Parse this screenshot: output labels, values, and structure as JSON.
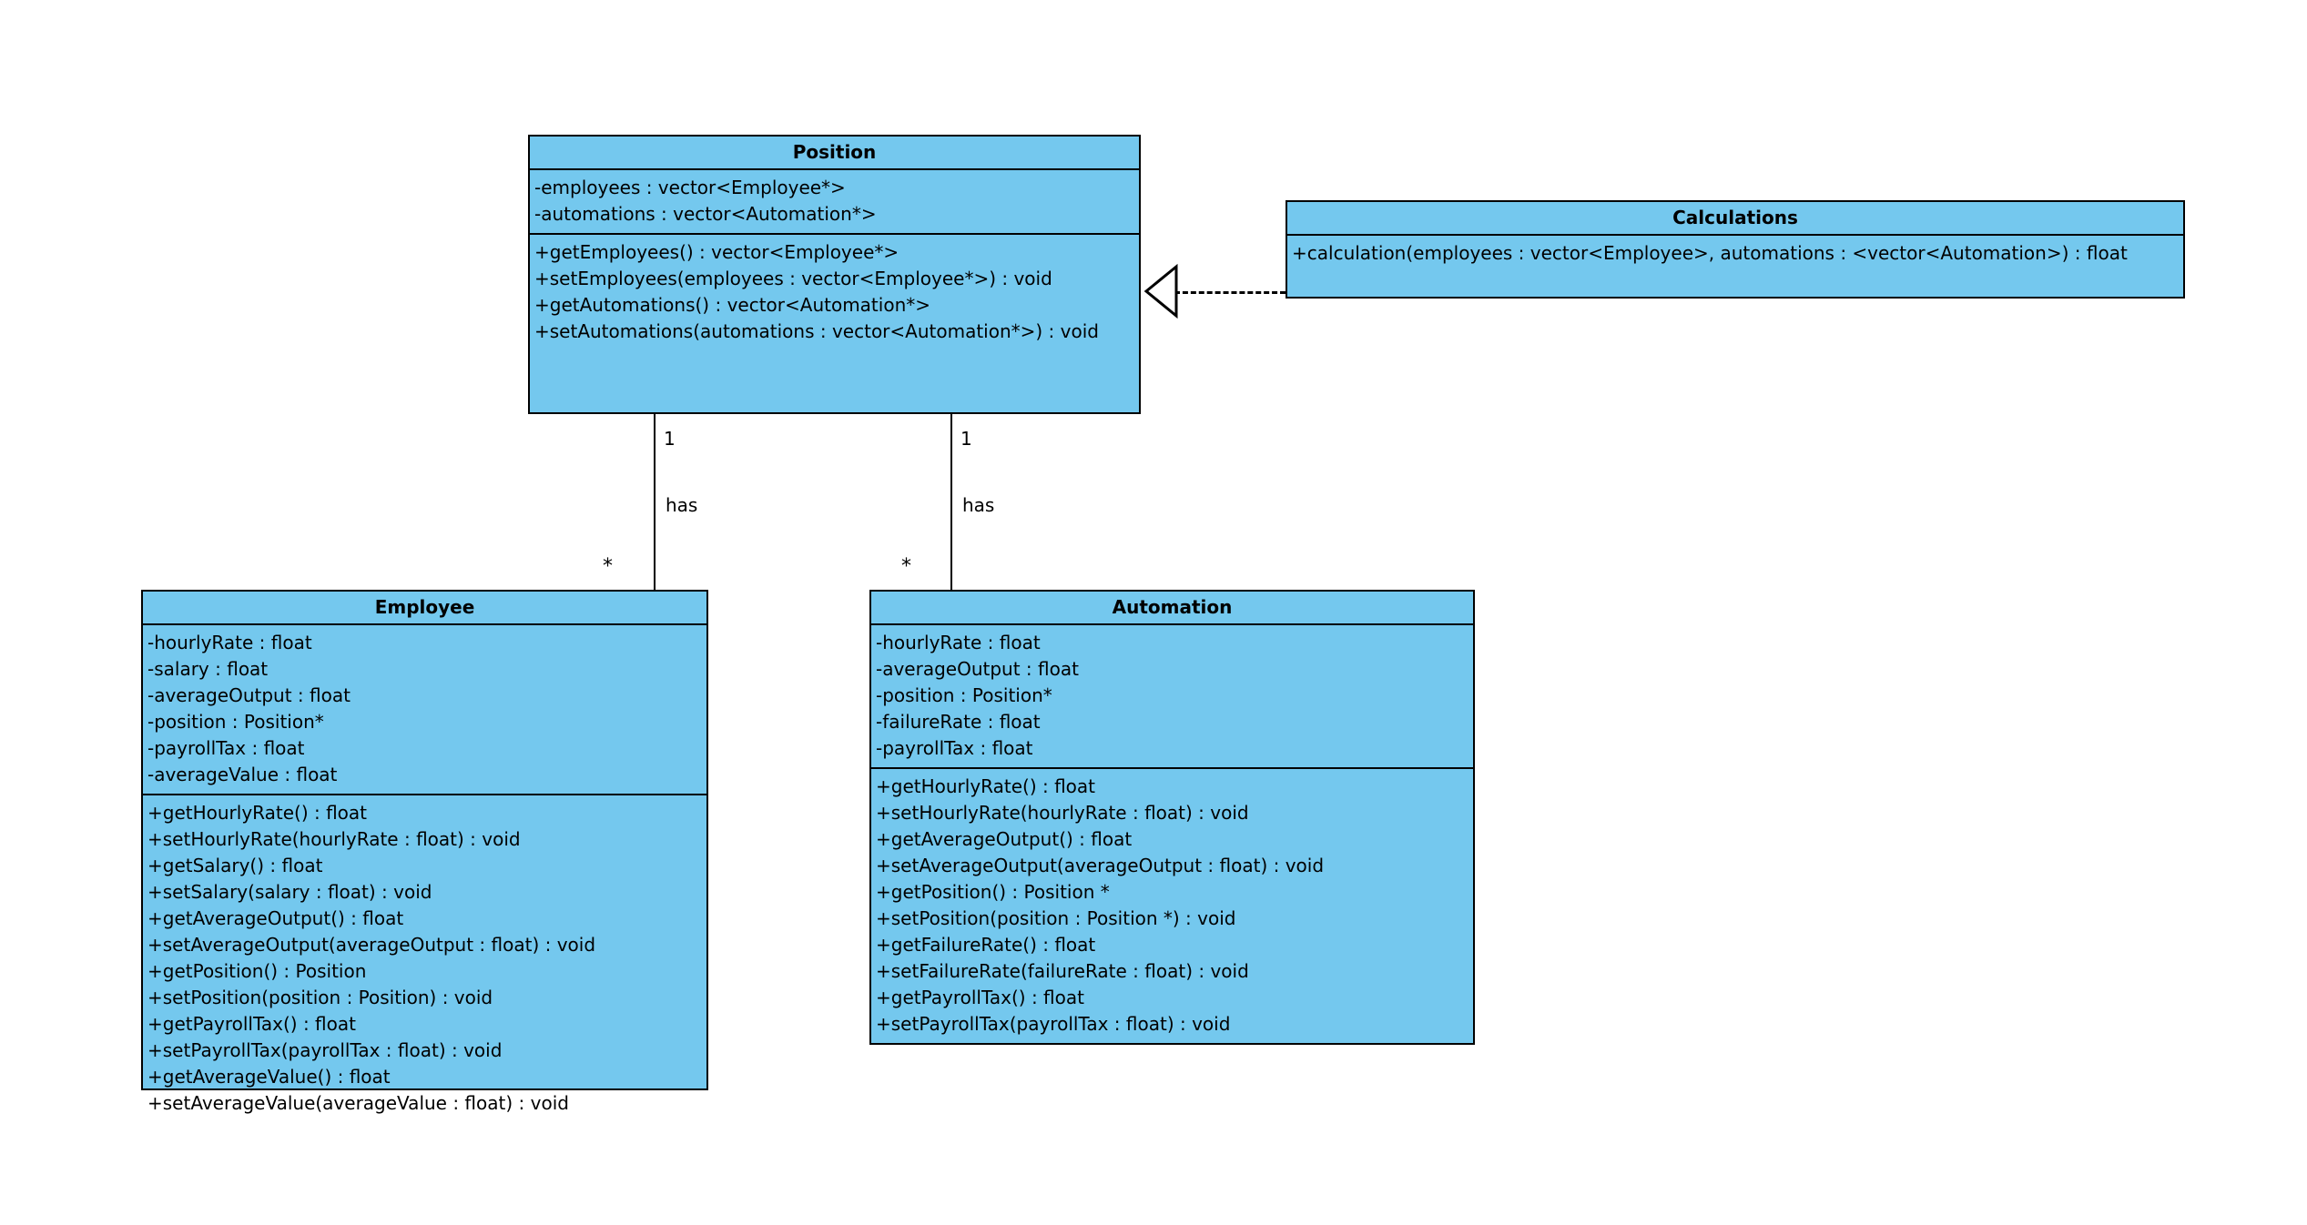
{
  "diagram": {
    "type": "uml-class-diagram",
    "title": "",
    "colors": {
      "class_fill": "#74c8ee",
      "border": "#000000",
      "background": "#ffffff",
      "text": "#000000"
    }
  },
  "classes": [
    {
      "id": "position",
      "name": "Position",
      "attributes": [
        "-employees : vector<Employee*>",
        "-automations : vector<Automation*>"
      ],
      "operations": [
        "+getEmployees() : vector<Employee*>",
        "+setEmployees(employees : vector<Employee*>) : void",
        "+getAutomations() : vector<Automation*>",
        "+setAutomations(automations : vector<Automation*>) : void"
      ]
    },
    {
      "id": "calculations",
      "name": "Calculations",
      "attributes": [],
      "operations": [
        "+calculation(employees : vector<Employee>, automations : <vector<Automation>) : float"
      ]
    },
    {
      "id": "employee",
      "name": "Employee",
      "attributes": [
        "-hourlyRate : float",
        "-salary : float",
        "-averageOutput : float",
        "-position : Position*",
        "-payrollTax : float",
        "-averageValue : float"
      ],
      "operations": [
        "+getHourlyRate() : float",
        "+setHourlyRate(hourlyRate : float) : void",
        "+getSalary() : float",
        "+setSalary(salary : float) : void",
        "+getAverageOutput() : float",
        "+setAverageOutput(averageOutput : float) : void",
        "+getPosition() : Position",
        "+setPosition(position : Position) : void",
        "+getPayrollTax() : float",
        "+setPayrollTax(payrollTax : float) : void",
        "+getAverageValue() : float",
        "+setAverageValue(averageValue : float) : void"
      ]
    },
    {
      "id": "automation",
      "name": "Automation",
      "attributes": [
        "-hourlyRate : float",
        "-averageOutput : float",
        "-position : Position*",
        "-failureRate : float",
        "-payrollTax : float"
      ],
      "operations": [
        "+getHourlyRate() : float",
        "+setHourlyRate(hourlyRate : float) : void",
        "+getAverageOutput() : float",
        "+setAverageOutput(averageOutput : float) : void",
        "+getPosition() : Position *",
        "+setPosition(position : Position *) : void",
        "+getFailureRate() : float",
        "+setFailureRate(failureRate : float) : void",
        "+getPayrollTax() : float",
        "+setPayrollTax(payrollTax : float) : void"
      ]
    }
  ],
  "relationships": [
    {
      "id": "position-has-employee",
      "kind": "association",
      "from": "Position",
      "to": "Employee",
      "label": "has",
      "source_multiplicity": "1",
      "target_multiplicity": "*"
    },
    {
      "id": "position-has-automation",
      "kind": "association",
      "from": "Position",
      "to": "Automation",
      "label": "has",
      "source_multiplicity": "1",
      "target_multiplicity": "*"
    },
    {
      "id": "calculations-realizes-position",
      "kind": "realization",
      "from": "Calculations",
      "to": "Position",
      "label": "",
      "source_multiplicity": "",
      "target_multiplicity": ""
    }
  ]
}
